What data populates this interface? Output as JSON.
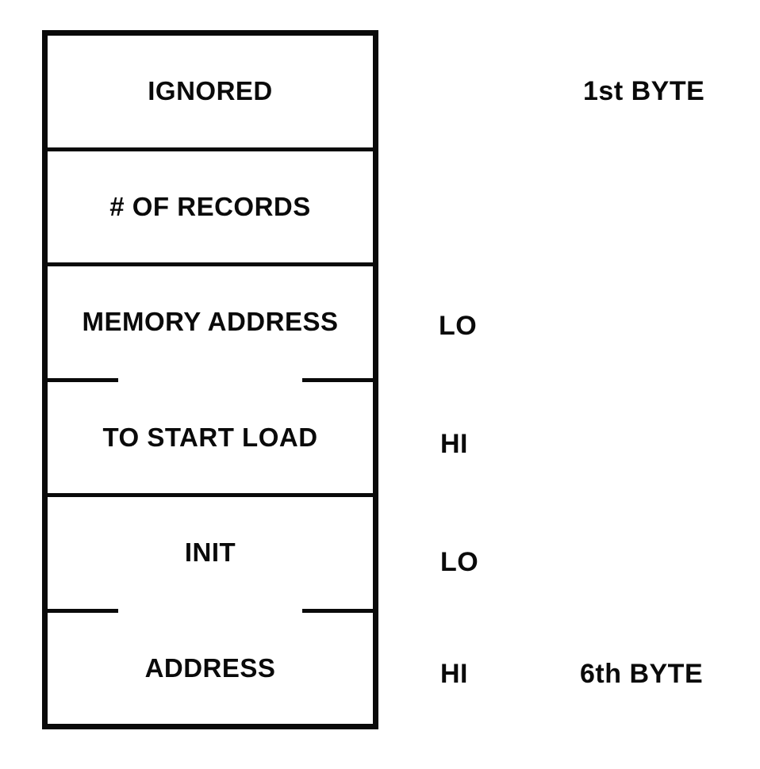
{
  "diagram": {
    "title_implied": "record header byte layout",
    "colors": {
      "ink": "#0a0a0a",
      "background": "#ffffff"
    },
    "rows": [
      {
        "label": "IGNORED",
        "side": "",
        "byte_note": "1st BYTE",
        "divider_after": "solid"
      },
      {
        "label": "# OF RECORDS",
        "side": "",
        "byte_note": "",
        "divider_after": "solid"
      },
      {
        "label": "MEMORY ADDRESS",
        "side": "LO",
        "byte_note": "",
        "divider_after": "broken"
      },
      {
        "label": "TO START LOAD",
        "side": "HI",
        "byte_note": "",
        "divider_after": "solid"
      },
      {
        "label": "INIT",
        "side": "LO",
        "byte_note": "",
        "divider_after": "broken"
      },
      {
        "label": "ADDRESS",
        "side": "HI",
        "byte_note": "6th BYTE",
        "divider_after": "none"
      }
    ]
  }
}
